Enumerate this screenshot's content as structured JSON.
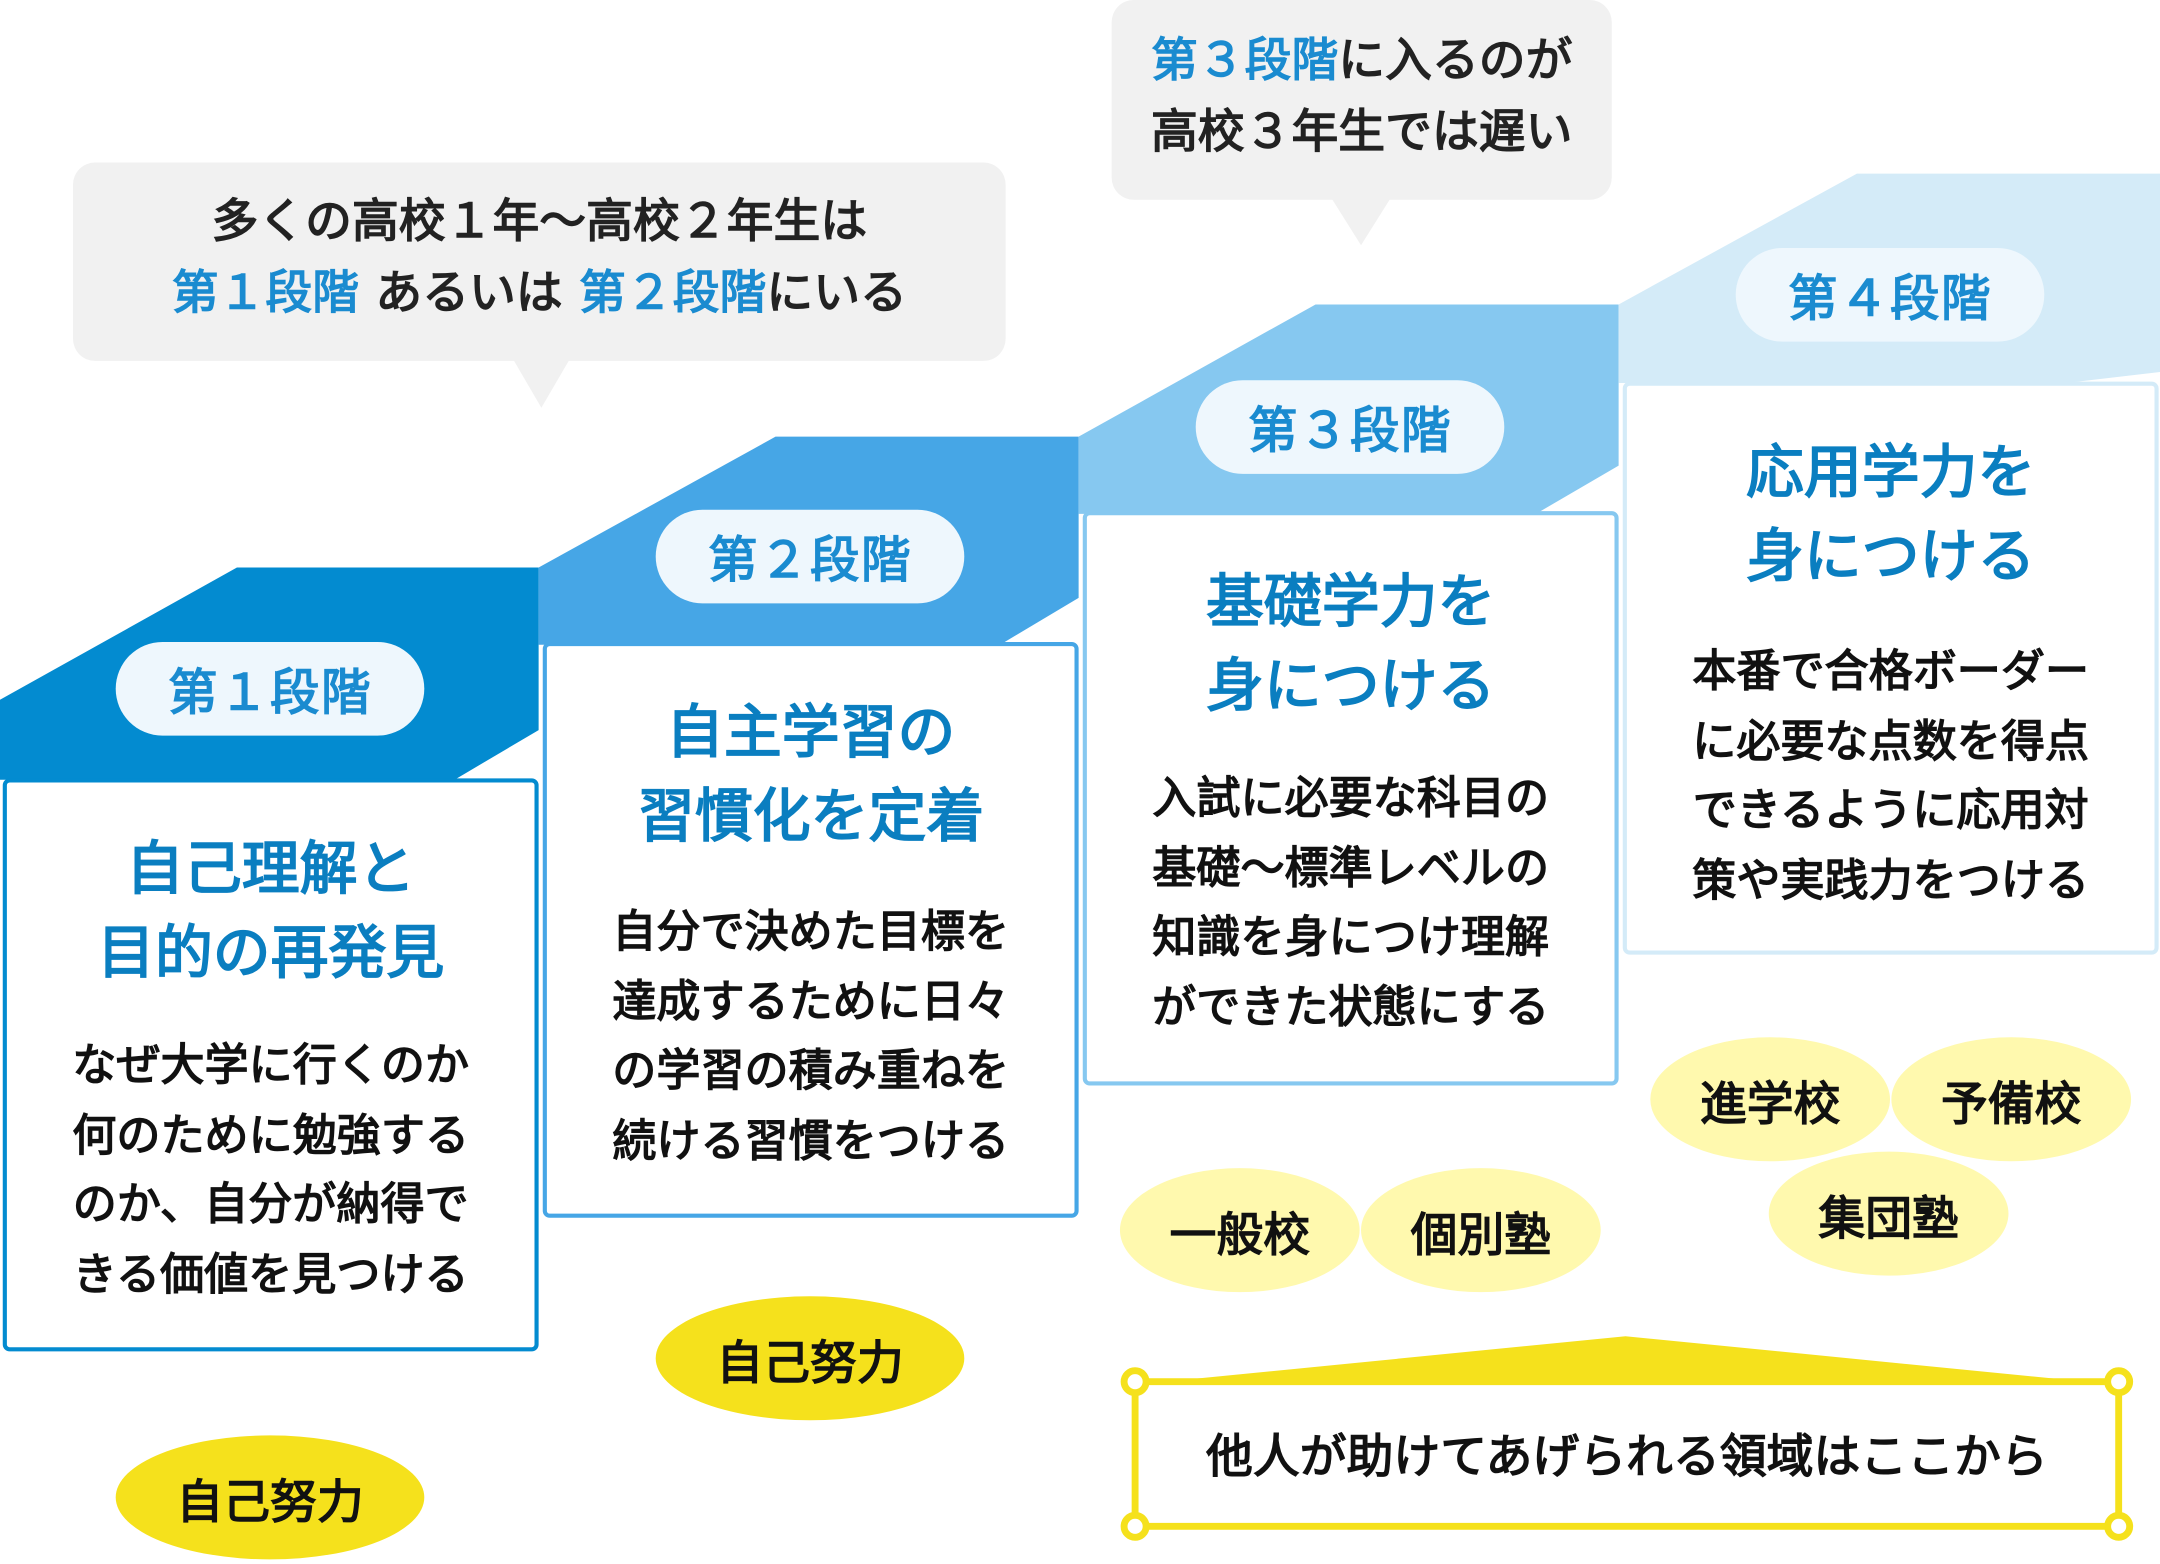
{
  "colors": {
    "stage1": "#038BD0",
    "stage2": "#46A6E6",
    "stage3": "#86C8F0",
    "stage4": "#D4EBF8",
    "title": "#0A7EC0",
    "yellow": "#F5E11C",
    "light_yellow": "#FFF9AE",
    "bubble": "#F1F1F1"
  },
  "bubble1": {
    "line1": "多くの高校１年〜高校２年生は",
    "stage1": "第１段階",
    "middle": " あるいは ",
    "stage2": "第２段階",
    "end": "にいる"
  },
  "bubble2": {
    "stage3": "第３段階",
    "line1_end": "に入るのが",
    "line2": "高校３年生では遅い"
  },
  "stages": [
    {
      "label": "第１段階",
      "title": [
        "自己理解と",
        "目的の再発見"
      ],
      "body": [
        "なぜ大学に行くのか",
        "何のために勉強する",
        "のか、自分が納得で",
        "きる価値を見つける"
      ]
    },
    {
      "label": "第２段階",
      "title": [
        "自主学習の",
        "習慣化を定着"
      ],
      "body": [
        "自分で決めた目標を",
        "達成するために日々",
        "の学習の積み重ねを",
        "続ける習慣をつける"
      ]
    },
    {
      "label": "第３段階",
      "title": [
        "基礎学力を",
        "身につける"
      ],
      "body": [
        "入試に必要な科目の",
        "基礎〜標準レベルの",
        "知識を身につけ理解",
        "ができた状態にする"
      ]
    },
    {
      "label": "第４段階",
      "title": [
        "応用学力を",
        "身につける"
      ],
      "body": [
        "本番で合格ボーダー",
        "に必要な点数を得点",
        "できるように応用対",
        "策や実践力をつける"
      ]
    }
  ],
  "self_effort": [
    "自己努力",
    "自己努力"
  ],
  "support": [
    "一般校",
    "個別塾",
    "進学校",
    "予備校",
    "集団塾"
  ],
  "help_zone": "他人が助けてあげられる領域はここから"
}
